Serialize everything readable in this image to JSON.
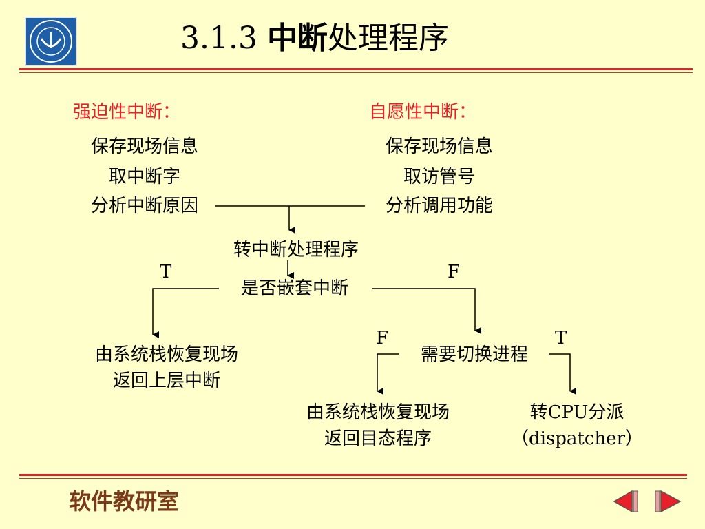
{
  "title": {
    "number": "3.1.3 ",
    "bold": "中断",
    "rest": "处理程序"
  },
  "left_heading": "强迫性中断：",
  "right_heading": "自愿性中断：",
  "left_steps": [
    "保存现场信息",
    "取中断字",
    "分析中断原因"
  ],
  "right_steps": [
    "保存现场信息",
    "取访管号",
    "分析调用功能"
  ],
  "goto_handler": "转中断处理程序",
  "nested_question": "是否嵌套中断",
  "label_t1": "T",
  "label_f1": "F",
  "left_result": [
    "由系统栈恢复现场",
    "返回上层中断"
  ],
  "switch_question": "需要切换进程",
  "label_f2": "F",
  "label_t2": "T",
  "bottom_left_result": [
    "由系统栈恢复现场",
    "返回目态程序"
  ],
  "bottom_right_result": [
    "转CPU分派",
    "（dispatcher）"
  ],
  "footer": "软件教研室",
  "colors": {
    "background": "#FFFFCC",
    "accent": "#E8202A",
    "nav": "#E8202A"
  },
  "nav": {
    "prev_icon": "triangle-left-icon",
    "next_icon": "triangle-right-icon"
  }
}
